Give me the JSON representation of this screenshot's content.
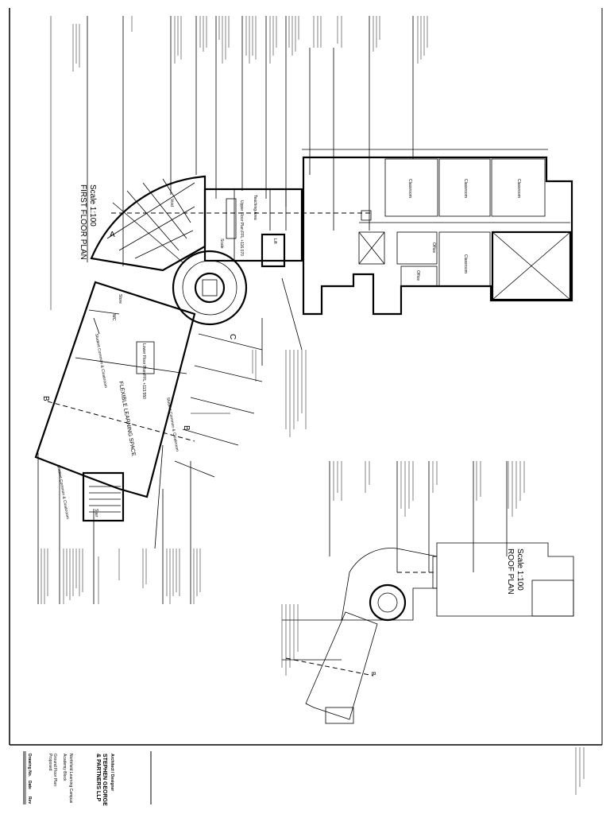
{
  "first_floor": {
    "title": "FIRST FLOOR PLAN",
    "scale": "Scale 1:100",
    "rooms": {
      "flexible_learning": "FLEXIBLE LEARNING SPACE",
      "student_common_1": "Student Common & Cloakroom",
      "student_common_2": "Student Common & Cloakroom",
      "student_common_3": "Student Common & Cloakroom",
      "level_tag": "Lower Floor Plan FFL +113.550",
      "upper_tag": "Upper Floor Plan FFL +116.070",
      "wc": "WC",
      "store": "Store",
      "stair": "Stair",
      "void": "Void",
      "lift": "Lift",
      "teaching": "Teaching Area",
      "scale_note": "Scale"
    },
    "section_a": "A",
    "section_b": "B",
    "section_c": "C"
  },
  "existing_block": {
    "rooms": [
      "Classroom",
      "Classroom",
      "Classroom",
      "Classroom",
      "Office",
      "Office"
    ]
  },
  "roof_plan": {
    "title": "ROOF PLAN",
    "scale": "Scale 1:100",
    "section_b": "B"
  },
  "title_block": {
    "architect_label": "Architect / Designer",
    "firm_line1": "STEPHEN GEORGE",
    "firm_line2": "& PARTNERS LLP",
    "project": "Northfield Learning Campus",
    "building": "Academy Block",
    "drawing": "Ground Floor Plan",
    "status": "Proposed",
    "drawing_no_label": "Drawing No.",
    "rev_label": "Rev",
    "date_label": "Date"
  }
}
